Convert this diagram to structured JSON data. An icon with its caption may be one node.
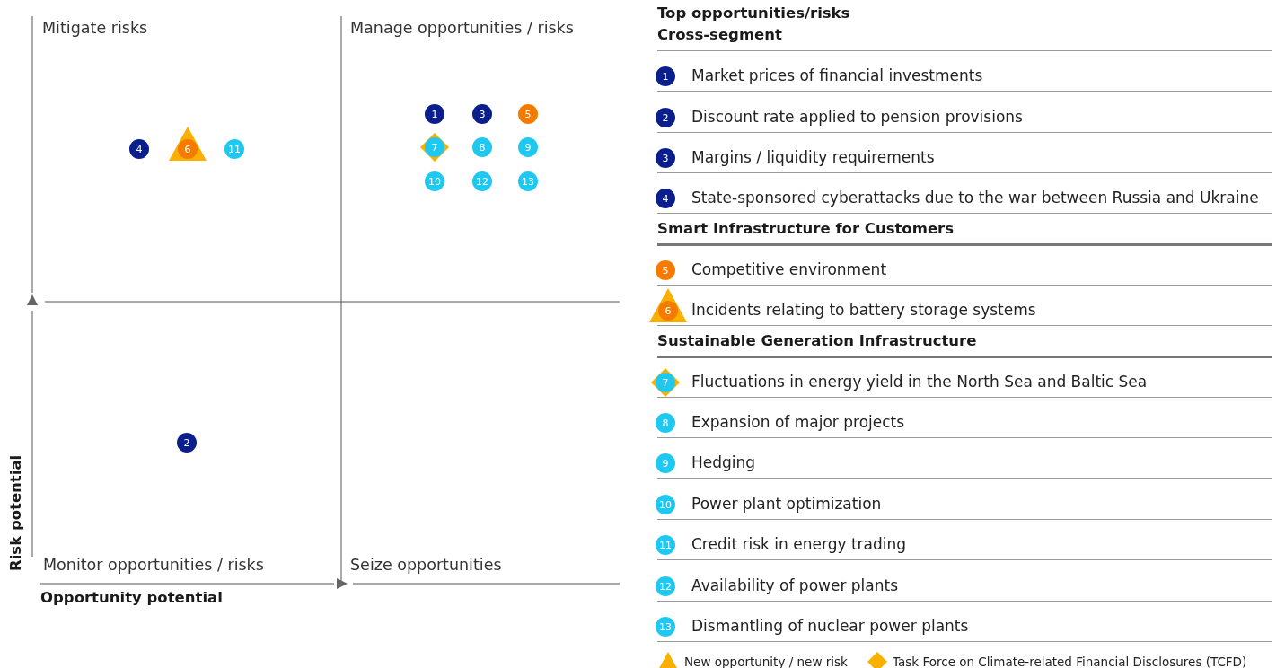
{
  "diagram": {
    "nodes": [
      {
        "text": [
          "1"
        ]
      },
      {
        "text": [
          "3"
        ]
      },
      {
        "text": [
          "5"
        ]
      },
      {
        "text": [
          "4"
        ]
      },
      {
        "text": [
          "6"
        ]
      },
      {
        "text": [
          "11"
        ]
      },
      {
        "text": [
          "7"
        ]
      },
      {
        "text": [
          "8"
        ]
      },
      {
        "text": [
          "9"
        ]
      },
      {
        "text": [
          "10"
        ]
      },
      {
        "text": [
          "12"
        ]
      },
      {
        "text": [
          "13"
        ]
      },
      {
        "text": [
          "2"
        ]
      },
      {
        "text": [
          "1"
        ],
        "beside": [
          "Market prices of financial investments"
        ]
      },
      {
        "text": [
          "2"
        ],
        "beside": [
          "Discount rate applied to pension provisions"
        ]
      },
      {
        "text": [
          "3"
        ],
        "beside": [
          "Margins / liquidity requirements"
        ]
      },
      {
        "text": [
          "4"
        ],
        "beside": [
          "State-sponsored cyberattacks due to the war between Russia and Ukraine"
        ]
      },
      {
        "text": [
          "5"
        ],
        "beside": [
          "Competitive environment"
        ]
      },
      {
        "text": [
          "6"
        ],
        "beside": [
          "Incidents relating to battery storage systems"
        ]
      },
      {
        "text": [
          "7"
        ],
        "beside": [
          "Fluctuations in energy yield in the North Sea and Baltic Sea"
        ]
      },
      {
        "text": [
          "8"
        ],
        "beside": [
          "Expansion of major projects"
        ]
      },
      {
        "text": [
          "9"
        ],
        "beside": [
          "Hedging"
        ]
      },
      {
        "text": [
          "10"
        ],
        "beside": [
          "Power plant optimization"
        ]
      },
      {
        "text": [
          "11"
        ],
        "beside": [
          "Credit risk in energy trading"
        ]
      },
      {
        "text": [
          "12"
        ],
        "beside": [
          "Availability of power plants"
        ]
      },
      {
        "text": [
          "13"
        ],
        "beside": [
          "Dismantling of nuclear power plants"
        ]
      }
    ],
    "labels": [
      "Mitigate risks",
      "Manage opportunities / risks",
      "Monitor opportunities / risks",
      "Seize opportunities",
      "Risk potential",
      "Opportunity potential",
      "Top opportunities/risks",
      "Cross-segment",
      "Smart Infrastructure for Customers",
      "Sustainable Generation Infrastructure"
    ],
    "legend": [
      {
        "text": "New opportunity / new risk"
      },
      {
        "text": "Task Force on Climate-related Financial Disclosures (TCFD)"
      }
    ]
  }
}
